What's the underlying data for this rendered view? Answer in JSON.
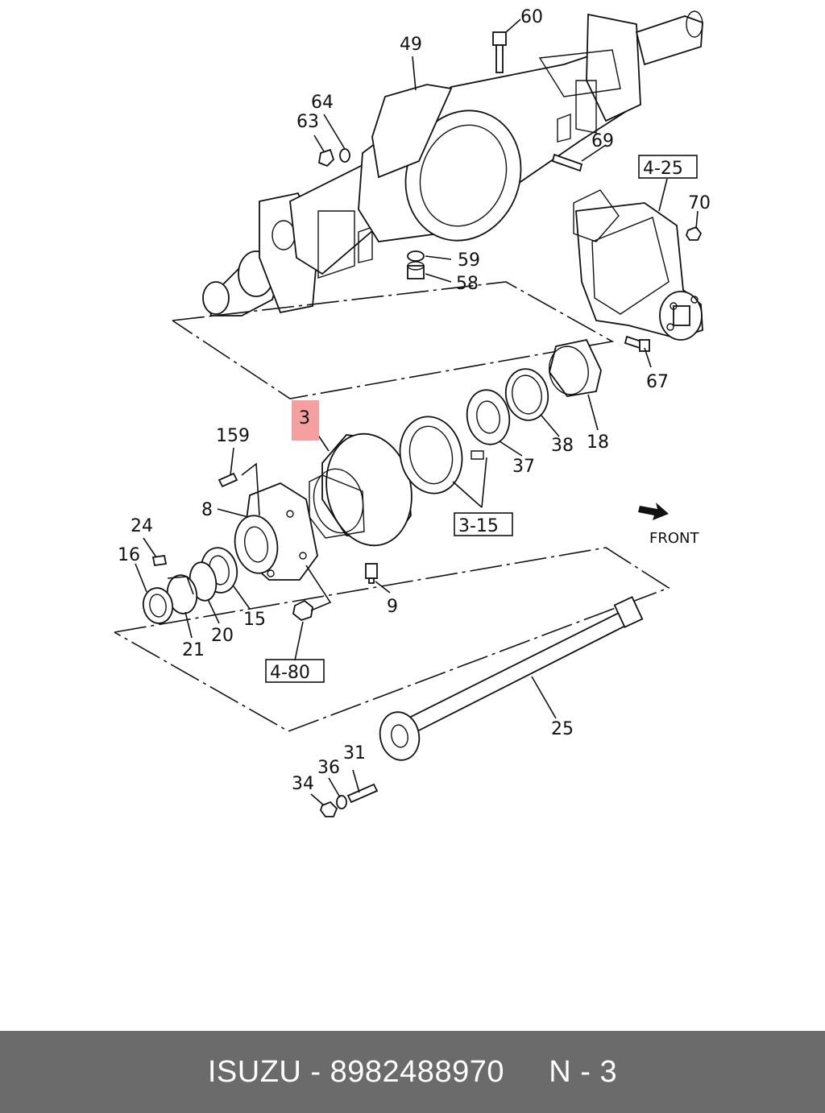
{
  "callouts": {
    "c60": "60",
    "c49": "49",
    "c64": "64",
    "c63": "63",
    "c69": "69",
    "c4_25": "4-25",
    "c70": "70",
    "c59": "59",
    "c58": "58",
    "c67": "67",
    "c3": "3",
    "c18": "18",
    "c38": "38",
    "c37": "37",
    "c159": "159",
    "c8": "8",
    "c3_15": "3-15",
    "c24": "24",
    "c16": "16",
    "c9": "9",
    "c15": "15",
    "c20": "20",
    "c21": "21",
    "c4_80": "4-80",
    "c25": "25",
    "c31": "31",
    "c36": "36",
    "c34": "34"
  },
  "front_label": "FRONT",
  "highlight_color": "#f4a0a0",
  "footer": {
    "brand": "ISUZU",
    "separator": "-",
    "part_number": "8982488970",
    "page_code": "N - 3"
  }
}
